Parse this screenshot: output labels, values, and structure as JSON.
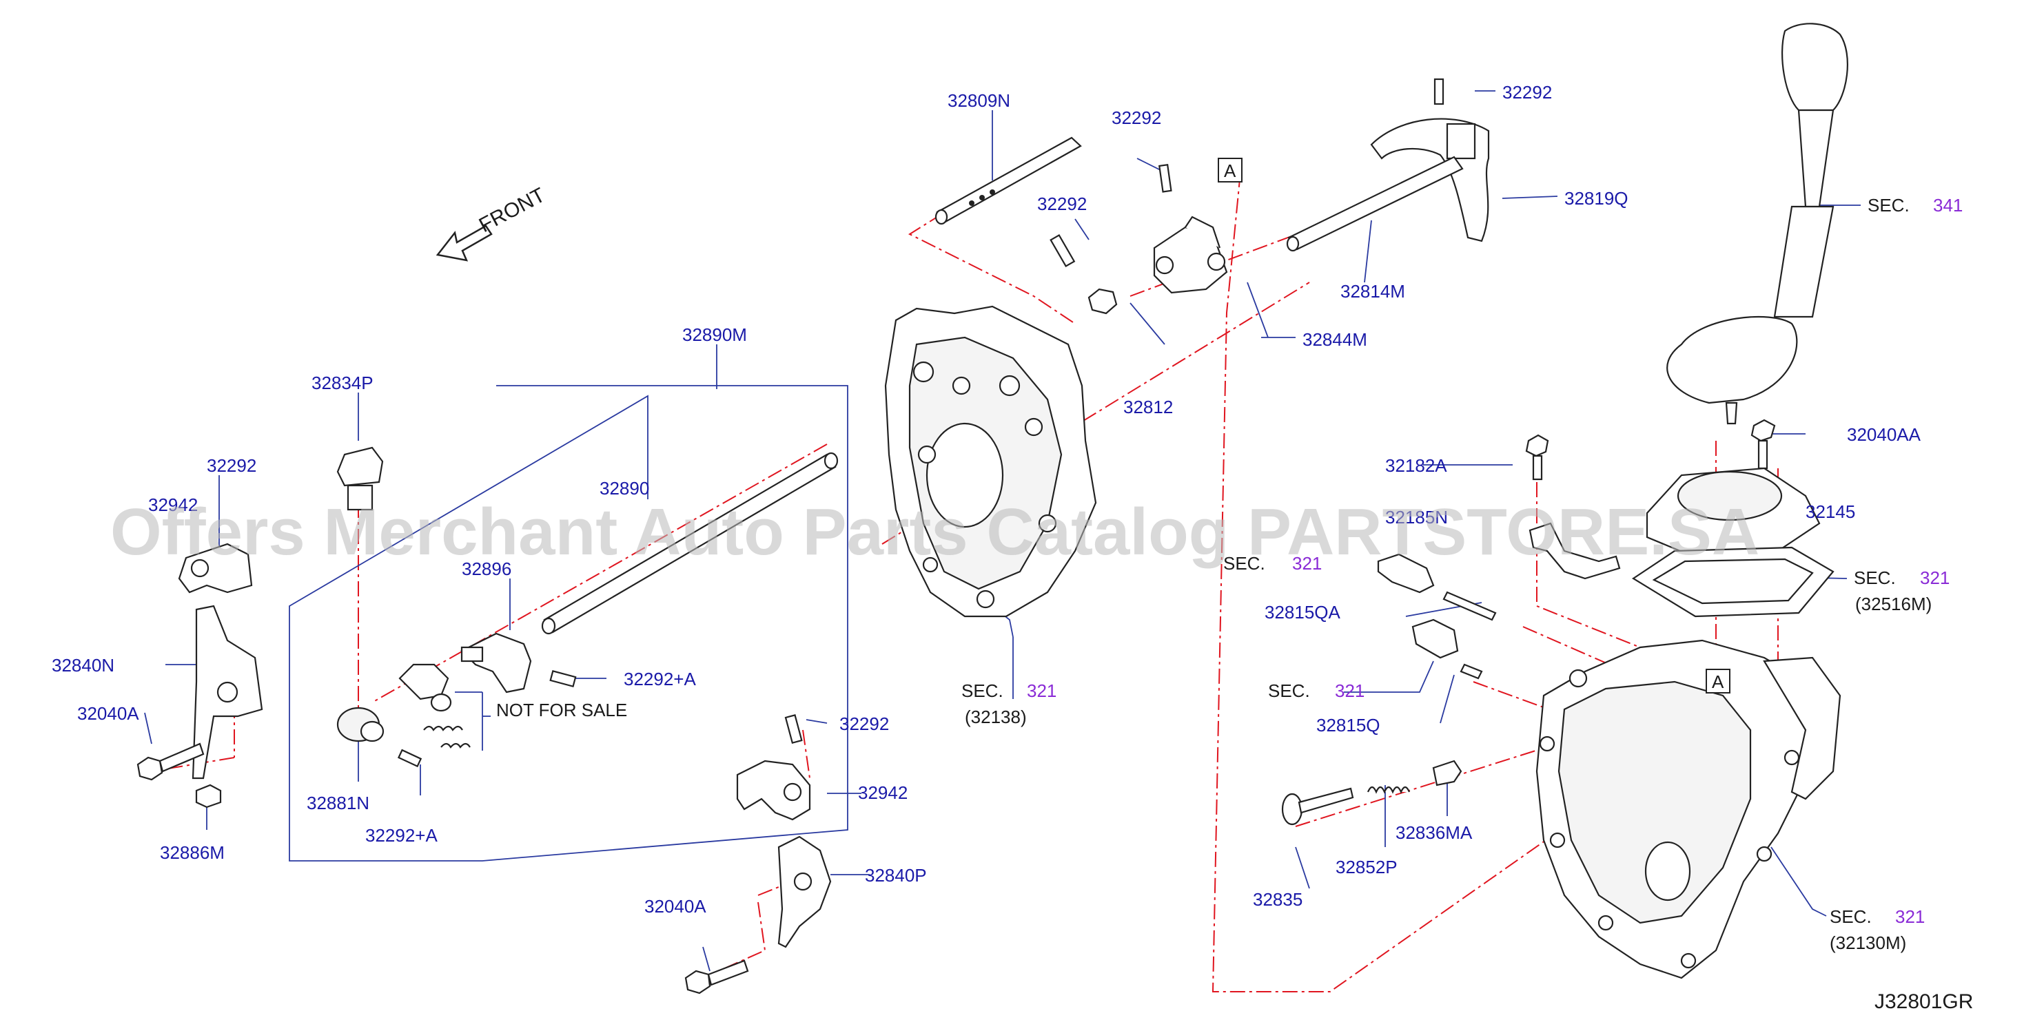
{
  "diagram_code": "J32801GR",
  "front_label": "FRONT",
  "not_for_sale": "NOT  FOR  SALE",
  "watermark": "Offers Merchant Auto Parts Catalog PARTSTORE.SA",
  "ref_box": "A",
  "sec_prefix": "SEC.",
  "labels": {
    "p32809N": "32809N",
    "p32292_top": "32292",
    "p32292_mid": "32292",
    "p32292_right": "32292",
    "p32819Q": "32819Q",
    "p32814M": "32814M",
    "p32844M": "32844M",
    "p32812": "32812",
    "p32890M": "32890M",
    "p32890": "32890",
    "p32834P": "32834P",
    "p32292_left": "32292",
    "p32942_left": "32942",
    "p32840N": "32840N",
    "p32040A_left": "32040A",
    "p32886M": "32886M",
    "p32881N": "32881N",
    "p32292A_bottom": "32292+A",
    "p32896": "32896",
    "p32292A_right": "32292+A",
    "p32292_lower": "32292",
    "p32942": "32942",
    "p32840P": "32840P",
    "p32040A_bottom": "32040A",
    "p32182A": "32182A",
    "p32185N": "32185N",
    "p32815QA": "32815QA",
    "p32815Q": "32815Q",
    "p32835": "32835",
    "p32852P": "32852P",
    "p32836MA": "32836MA",
    "p32040AA": "32040AA",
    "p32145": "32145"
  },
  "sec_refs": [
    {
      "num": "341",
      "sub": ""
    },
    {
      "num": "321",
      "sub": "(32138)"
    },
    {
      "num": "321",
      "sub": ""
    },
    {
      "num": "321",
      "sub": ""
    },
    {
      "num": "321",
      "sub": "(32516M)"
    },
    {
      "num": "321",
      "sub": "(32130M)"
    }
  ],
  "colors": {
    "part_number": "#1a1aa8",
    "section_number": "#8a2bd6",
    "centerline": "#e0151f",
    "leader": "#2a3aa0",
    "outline": "#222222"
  }
}
